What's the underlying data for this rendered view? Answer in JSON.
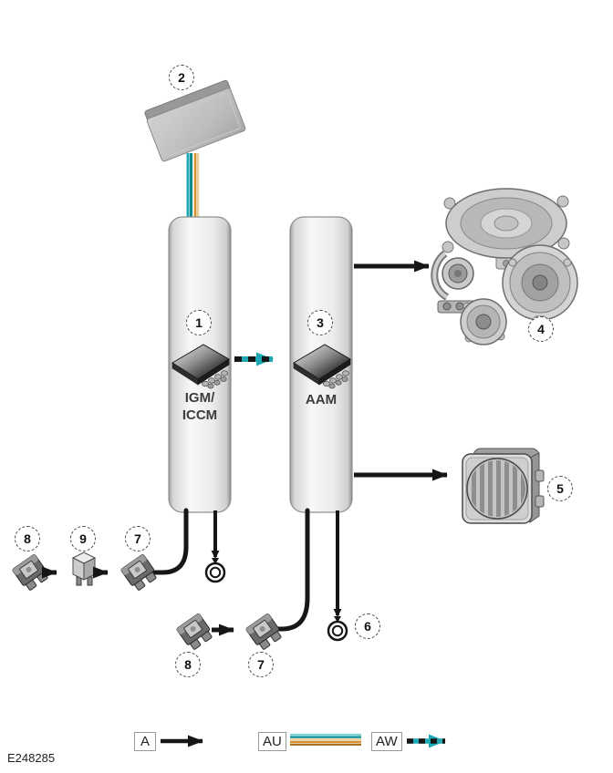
{
  "figure": {
    "code": "E248285"
  },
  "modules": {
    "igm": {
      "callout": "1",
      "label_line1": "IGM/",
      "label_line2": "ICCM"
    },
    "aam": {
      "callout": "3",
      "label": "AAM"
    }
  },
  "callouts": {
    "display": "2",
    "speakers": "4",
    "subwoofer": "5",
    "ground": "6",
    "fuse_igm": "7",
    "fuse_aam": "7",
    "power_fuse_igm": "8",
    "power_fuse_aam": "8",
    "relay": "9"
  },
  "legend": {
    "a": "A",
    "au": "AU",
    "aw": "AW"
  },
  "colors": {
    "black": "#161616",
    "teal": "#1fa9b4",
    "teal_dark": "#0c8a90",
    "teal_light": "#7ed3d6",
    "cream": "#e8cf9a",
    "orange": "#d2902e",
    "orange_dark": "#a96a10"
  }
}
